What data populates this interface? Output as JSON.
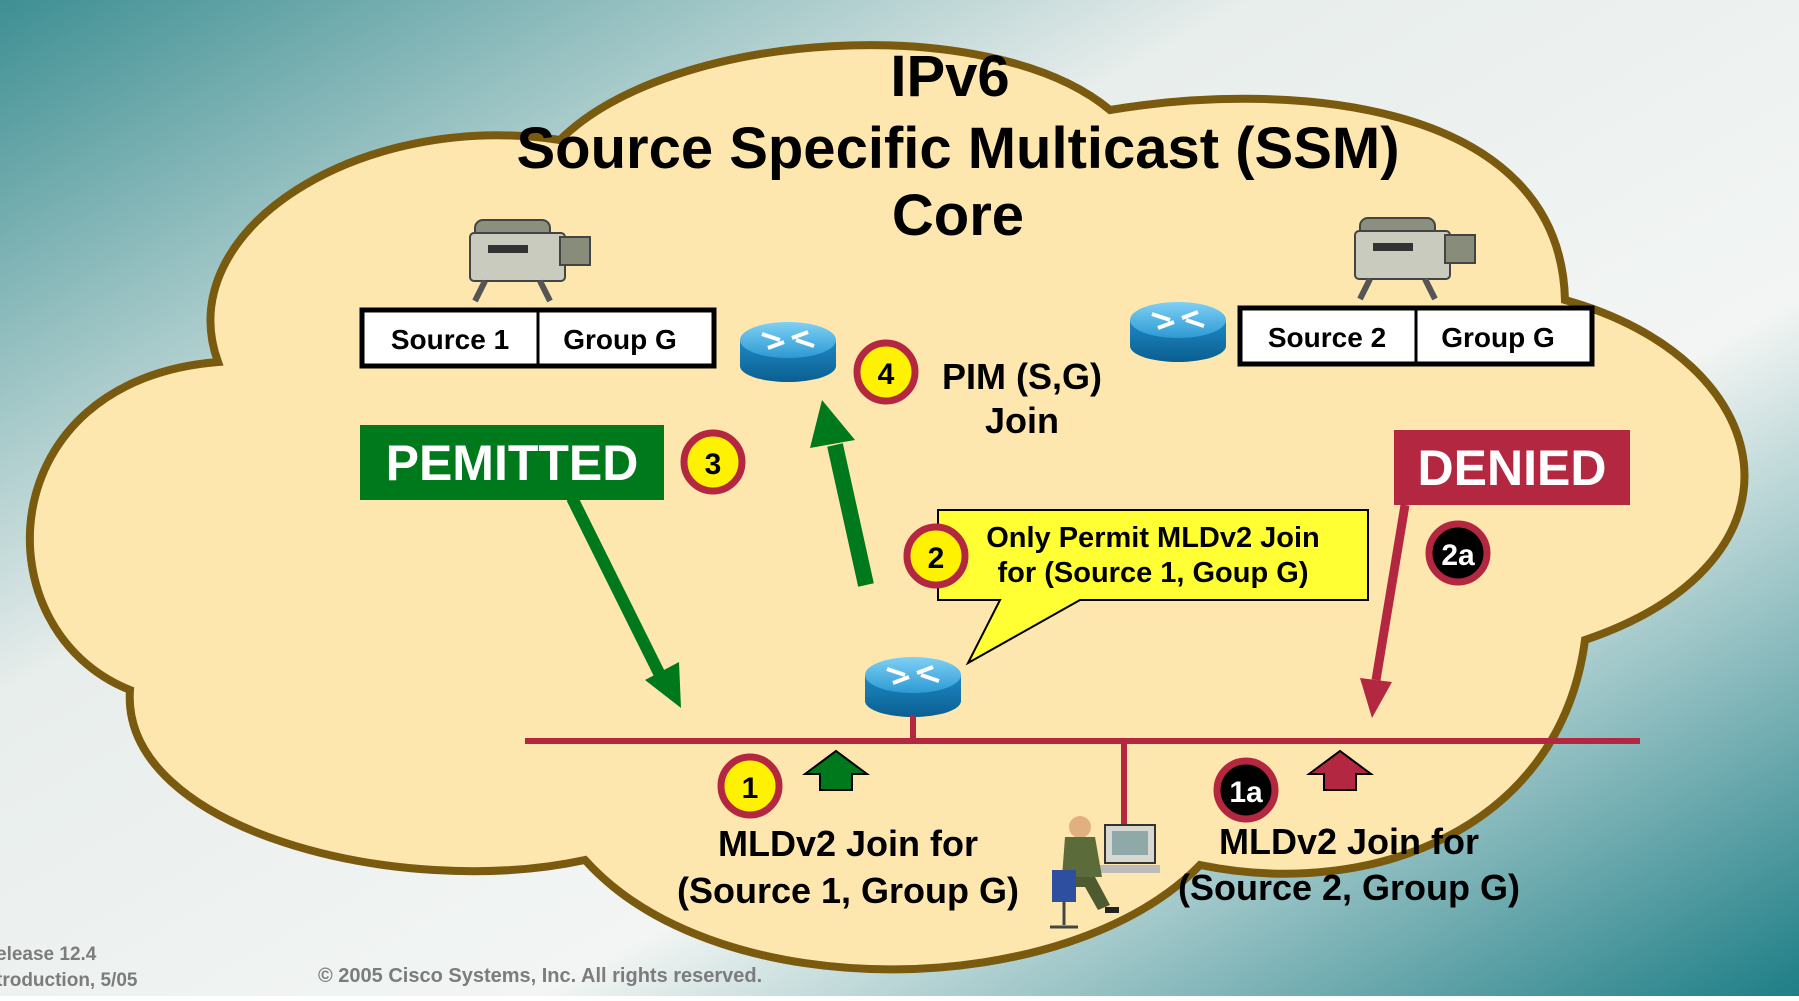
{
  "title": {
    "line1": "IPv6",
    "line2": "Source Specific Multicast (SSM)",
    "line3": "Core"
  },
  "source1": {
    "source_label": "Source 1",
    "group_label": "Group G"
  },
  "source2": {
    "source_label": "Source 2",
    "group_label": "Group G"
  },
  "permitted_label": "PEMITTED",
  "denied_label": "DENIED",
  "steps": {
    "s1": "1",
    "s1a": "1a",
    "s2": "2",
    "s2a": "2a",
    "s3": "3",
    "s4": "4"
  },
  "pim_join": {
    "line1": "PIM (S,G)",
    "line2": "Join"
  },
  "callout": {
    "line1": "Only Permit MLDv2 Join",
    "line2": "for (Source 1, Goup G)"
  },
  "join_left": {
    "line1": "MLDv2 Join for",
    "line2": "(Source 1, Group G)"
  },
  "join_right": {
    "line1": "MLDv2 Join for",
    "line2": "(Source 2, Group G)"
  },
  "footer": {
    "release_line1": "elease 12.4",
    "release_line2": "troduction, 5/05",
    "copyright": "© 2005 Cisco Systems, Inc. All rights reserved."
  },
  "colors": {
    "cloud_fill": "#FDE7AE",
    "cloud_stroke": "#7A5A0E",
    "permitted_green": "#00791C",
    "denied_red": "#B32840",
    "badge_yellow": "#FFF200",
    "callout_yellow": "#FFFF33"
  }
}
